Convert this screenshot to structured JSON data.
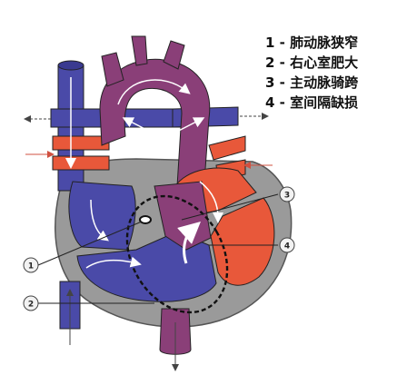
{
  "legend": [
    {
      "label": "1 - 肺动脉狭窄"
    },
    {
      "label": "2 - 右心室肥大"
    },
    {
      "label": "3 - 主动脉骑跨"
    },
    {
      "label": "4 - 室间隔缺损"
    }
  ],
  "callouts": [
    {
      "number": "1"
    },
    {
      "number": "2"
    },
    {
      "number": "3"
    },
    {
      "number": "4"
    }
  ],
  "colors": {
    "deoxygenated_blue": "#4a4aa8",
    "oxygenated_red": "#e8583a",
    "mixed_purple": "#8a3f78",
    "heart_wall_gray": "#9a9a9a",
    "outline": "#222222"
  }
}
